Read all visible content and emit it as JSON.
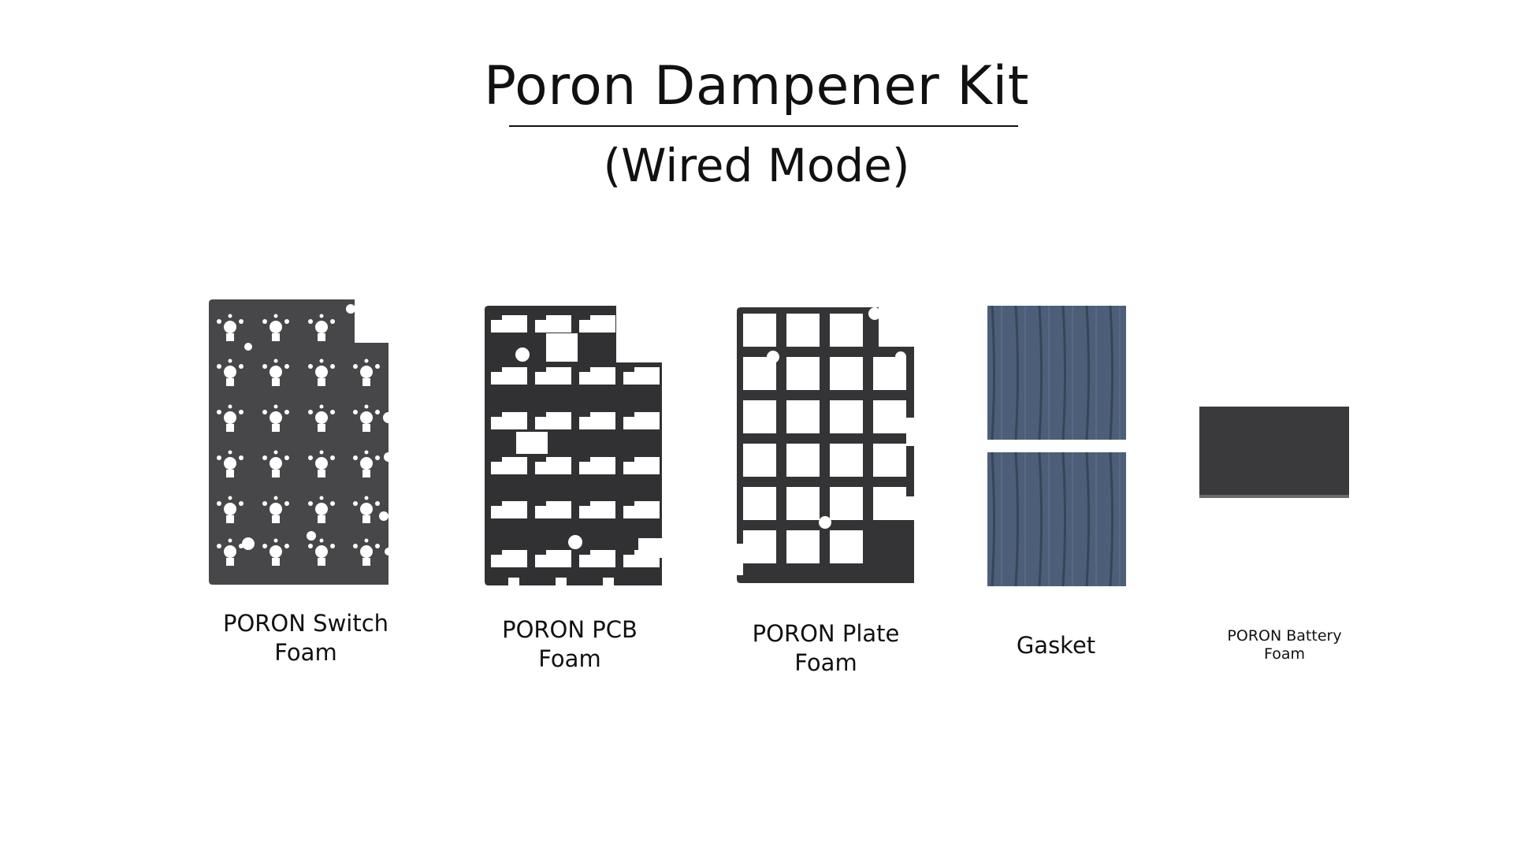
{
  "header": {
    "title": "Poron Dampener Kit",
    "subtitle": "(Wired Mode)"
  },
  "items": [
    {
      "name": "switch-foam",
      "label_line1": "PORON Switch",
      "label_line2": "Foam",
      "color": "#474749"
    },
    {
      "name": "pcb-foam",
      "label_line1": "PORON PCB",
      "label_line2": "Foam",
      "color": "#313133"
    },
    {
      "name": "plate-foam",
      "label_line1": "PORON Plate",
      "label_line2": "Foam",
      "color": "#343436"
    },
    {
      "name": "gasket",
      "label_line1": "Gasket",
      "label_line2": "",
      "color": "#4d5f78"
    },
    {
      "name": "battery-foam",
      "label_line1": "PORON Battery",
      "label_line2": "Foam",
      "color": "#3a3a3c"
    }
  ]
}
